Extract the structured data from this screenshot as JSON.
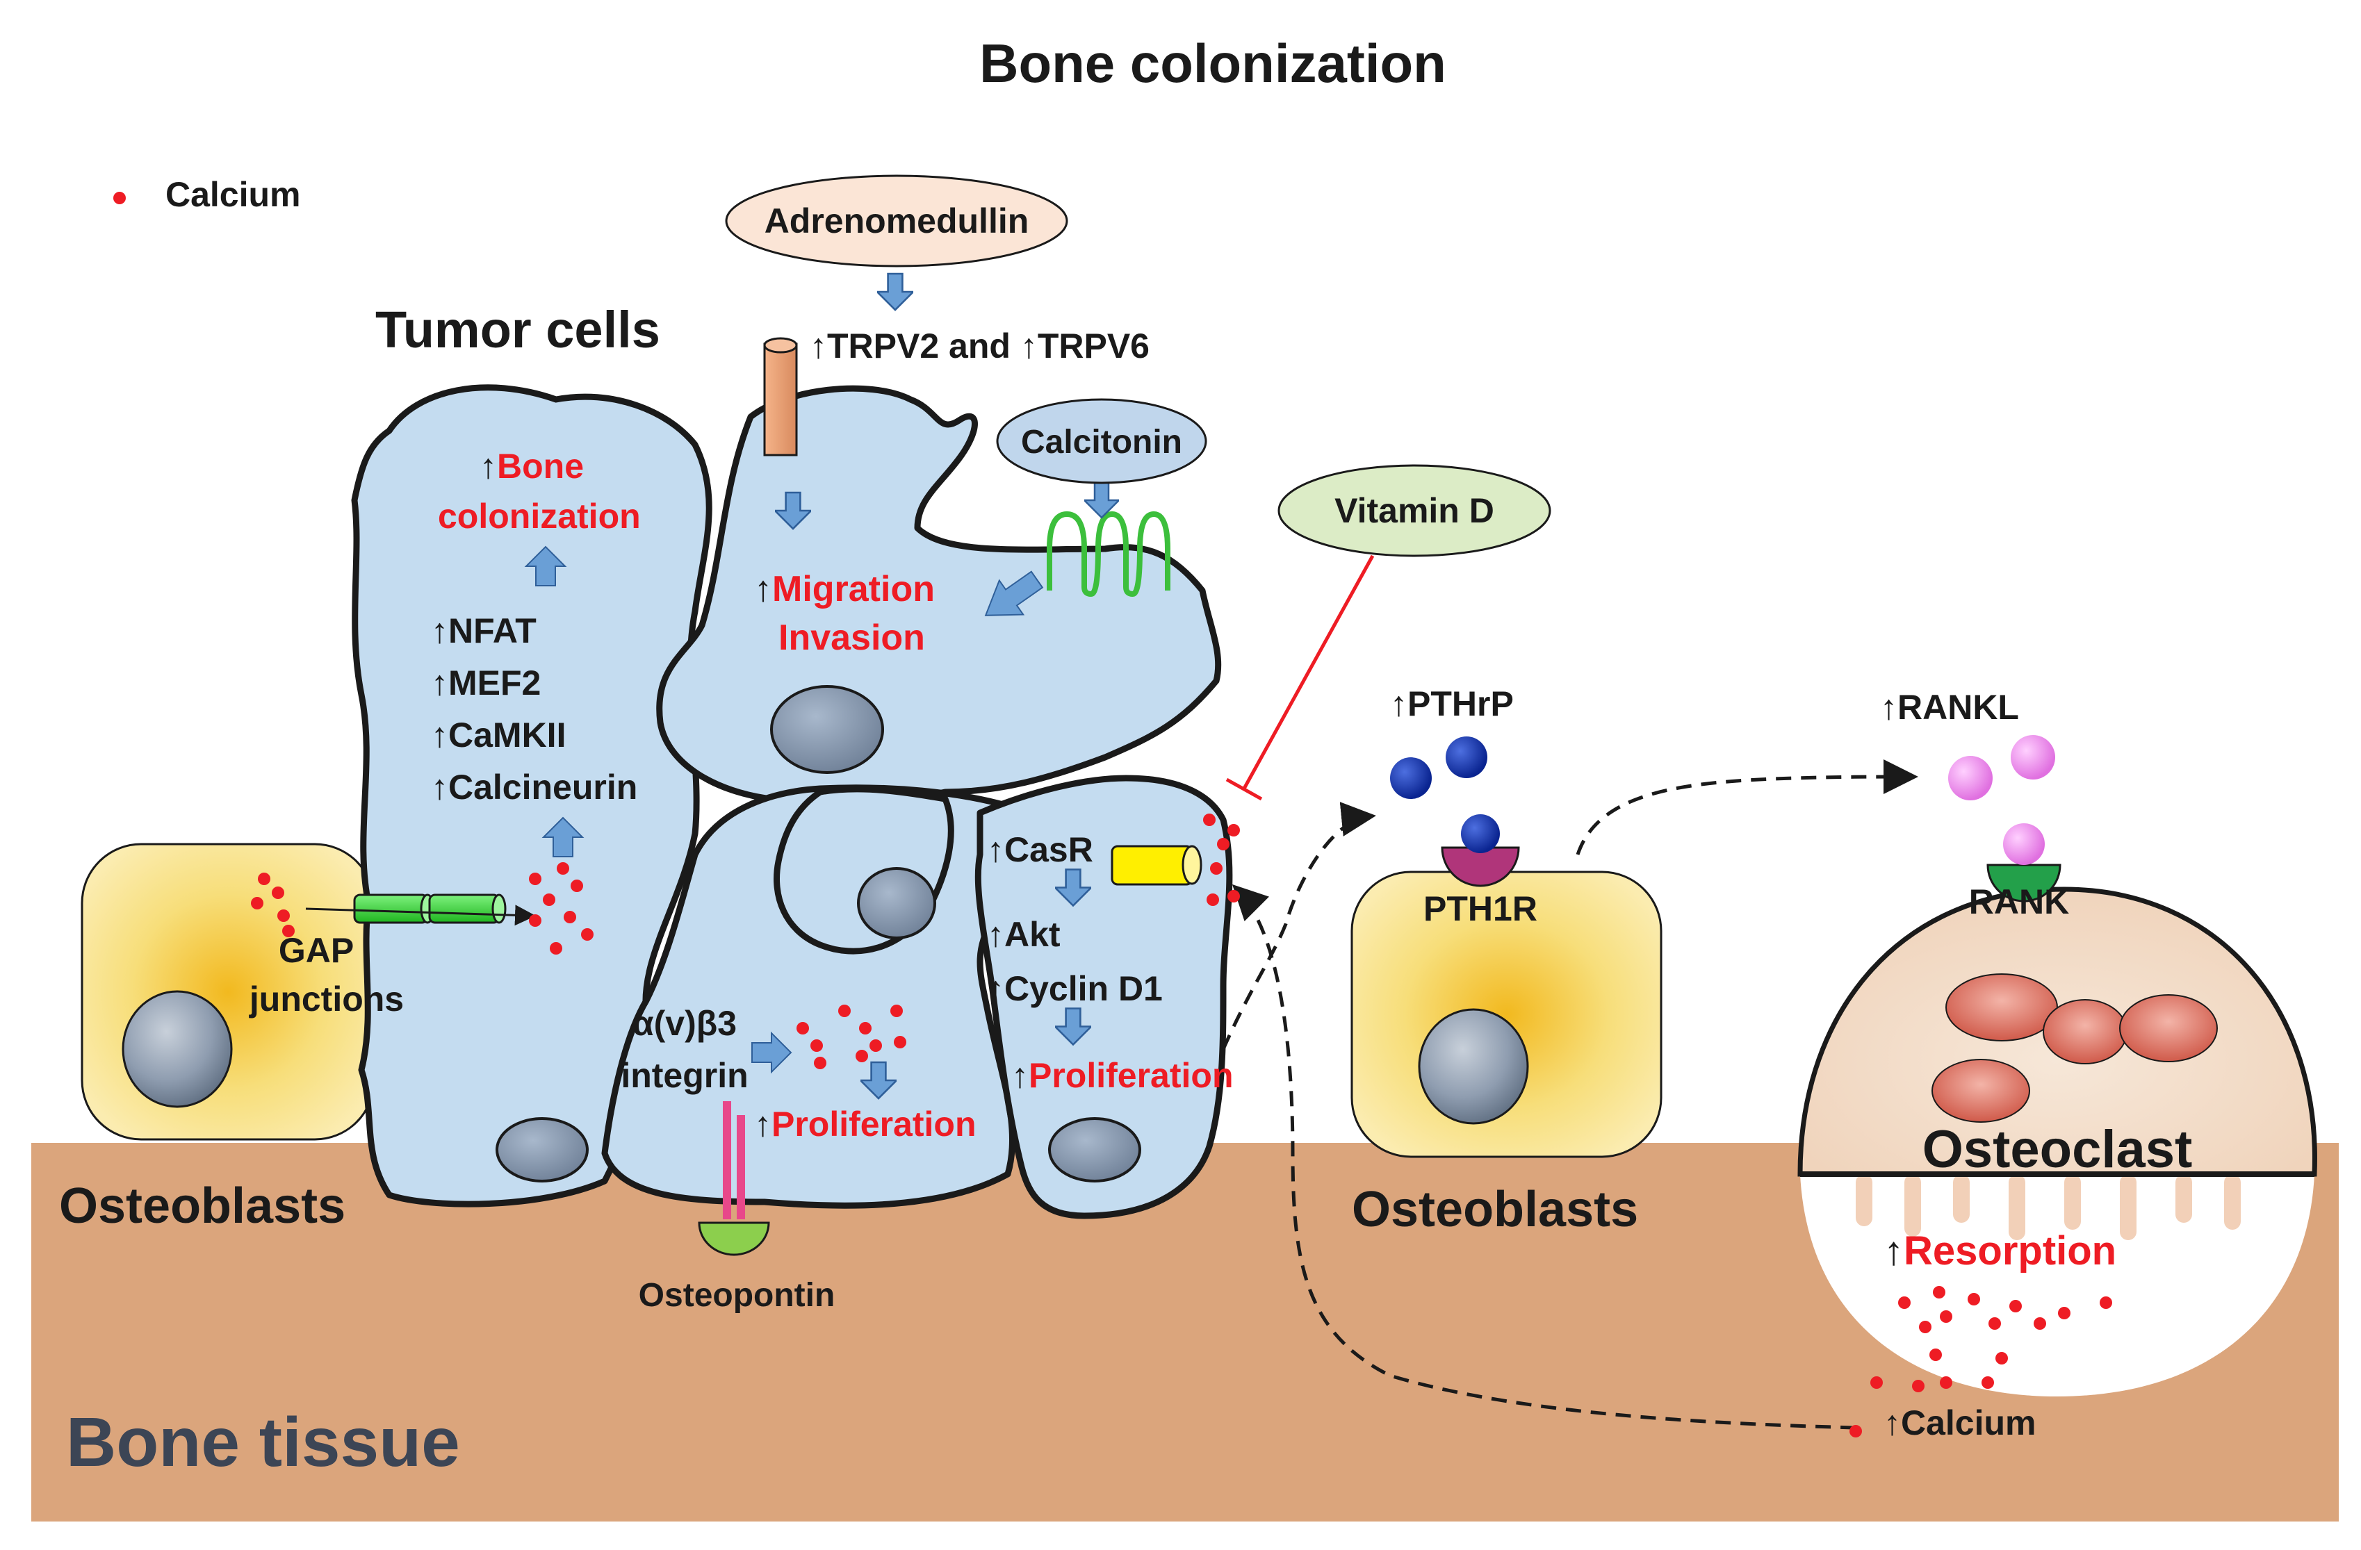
{
  "title": "Bone colonization",
  "legend": {
    "calcium_label": "Calcium"
  },
  "tissue_label": "Bone tissue",
  "cells": {
    "tumor": "Tumor cells",
    "osteoblasts_left": "Osteoblasts",
    "osteoblasts_right": "Osteoblasts",
    "osteoclast": "Osteoclast"
  },
  "factors": {
    "adrenomedullin": "Adrenomedullin",
    "calcitonin": "Calcitonin",
    "vitamin_d": "Vitamin D",
    "trpv": "↑TRPV2 and ↑TRPV6"
  },
  "tumor_left_cell": {
    "bone_prefix": "↑",
    "bone_word": "Bone",
    "colonization": "colonization",
    "nfat": "↑NFAT",
    "mef2": "↑MEF2",
    "camkii": "↑CaMKII",
    "calcineurin": "↑Calcineurin"
  },
  "gap": {
    "line1": "GAP",
    "line2": "junctions"
  },
  "migration": {
    "arrow": "↑",
    "line1": "Migration",
    "line2": "Invasion"
  },
  "integrin_cell": {
    "line1": "α(v)β3",
    "line2": "integrin",
    "prolif_arrow": "↑",
    "prolif": "Proliferation",
    "osteopontin": "Osteopontin"
  },
  "casr_cell": {
    "casr": "↑CasR",
    "akt": "↑Akt",
    "cyclin": "↑Cyclin D1",
    "prolif_arrow": "↑",
    "prolif": "Proliferation"
  },
  "osteoblast_right": {
    "pthrp": "↑PTHrP",
    "receptor": "PTH1R"
  },
  "osteoclast_area": {
    "rankl": "↑RANKL",
    "rank": "RANK",
    "resorption_arrow": "↑",
    "resorption": "Resorption",
    "calcium": "↑Calcium"
  },
  "colors": {
    "bone": "#dba57c",
    "tumor_fill": "#c4dcf0",
    "nucleus": "#7d8ea3",
    "osteoblast_fill": "#f5dc6a",
    "calcium_dot": "#ee1c24",
    "pthrp": "#0b2fa8",
    "rankl": "#ee82ee",
    "label_red": "#ee1c24",
    "process_arrow": "#6a9fd6"
  }
}
